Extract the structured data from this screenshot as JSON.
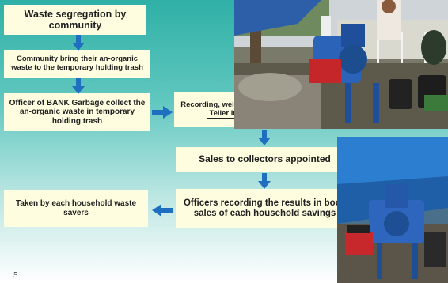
{
  "flow": {
    "step1": "Waste segregation by community",
    "step2": "Community bring their an-organic waste to the temporary holding trash",
    "step3": "Officer of BANK Garbage collect the an-organic waste in temporary holding trash",
    "step4": "Recording, weighing, and keeping of waste by Teller in bin/ communal locker",
    "step5": "Sales to collectors appointed",
    "step6": "Officers recording the results in book sales of each household savings",
    "step7": "Taken by each household waste savers"
  },
  "footer": {
    "page_number": "5"
  },
  "colors": {
    "box_fill": "#fffde0",
    "arrow": "#1e6fc0",
    "background_top": "#2fb0a6"
  }
}
